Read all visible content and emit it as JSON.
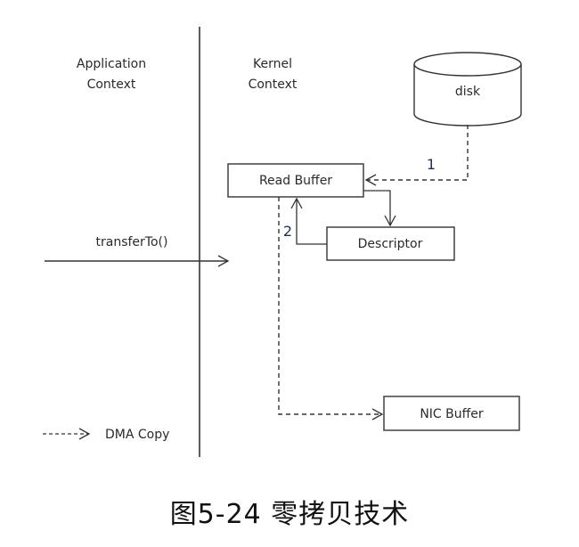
{
  "diagram": {
    "contexts": {
      "application": [
        "Application",
        "Context"
      ],
      "kernel": [
        "Kernel",
        "Context"
      ]
    },
    "nodes": {
      "disk": "disk",
      "read_buffer": "Read Buffer",
      "descriptor": "Descriptor",
      "nic_buffer": "NIC Buffer"
    },
    "call": "transferTo()",
    "step_labels": {
      "step1": "1",
      "step2": "2"
    },
    "legend": {
      "dma_copy": "DMA Copy"
    }
  },
  "caption": "图5-24 零拷贝技术"
}
